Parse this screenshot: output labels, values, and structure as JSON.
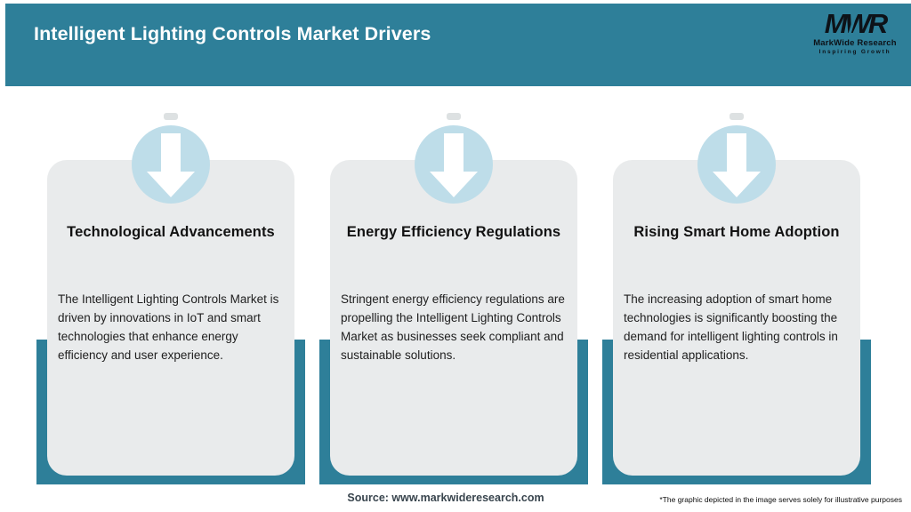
{
  "header": {
    "title": "Intelligent Lighting Controls Market Drivers",
    "logo": {
      "acronym": "MWR",
      "name": "MarkWide Research",
      "tagline": "Inspiring Growth"
    }
  },
  "cards": [
    {
      "title": "Technological Advancements",
      "description": "The Intelligent Lighting Controls Market is driven by innovations in IoT and smart technologies that enhance energy efficiency and user experience."
    },
    {
      "title": "Energy Efficiency Regulations",
      "description": "Stringent energy efficiency regulations are propelling the Intelligent Lighting Controls Market as businesses seek compliant and sustainable solutions."
    },
    {
      "title": "Rising Smart Home Adoption",
      "description": "The increasing adoption of smart home technologies is significantly boosting the demand for intelligent lighting controls in residential applications."
    }
  ],
  "footer": {
    "source": "Source: www.markwideresearch.com",
    "disclaimer": "*The graphic depicted in the image serves solely for illustrative purposes"
  },
  "colors": {
    "teal": "#2e7f99",
    "circle_blue": "#bedde9",
    "card_bg": "#e9ebec",
    "logo_ink": "#0d1218",
    "footer_ink": "#39454e"
  }
}
